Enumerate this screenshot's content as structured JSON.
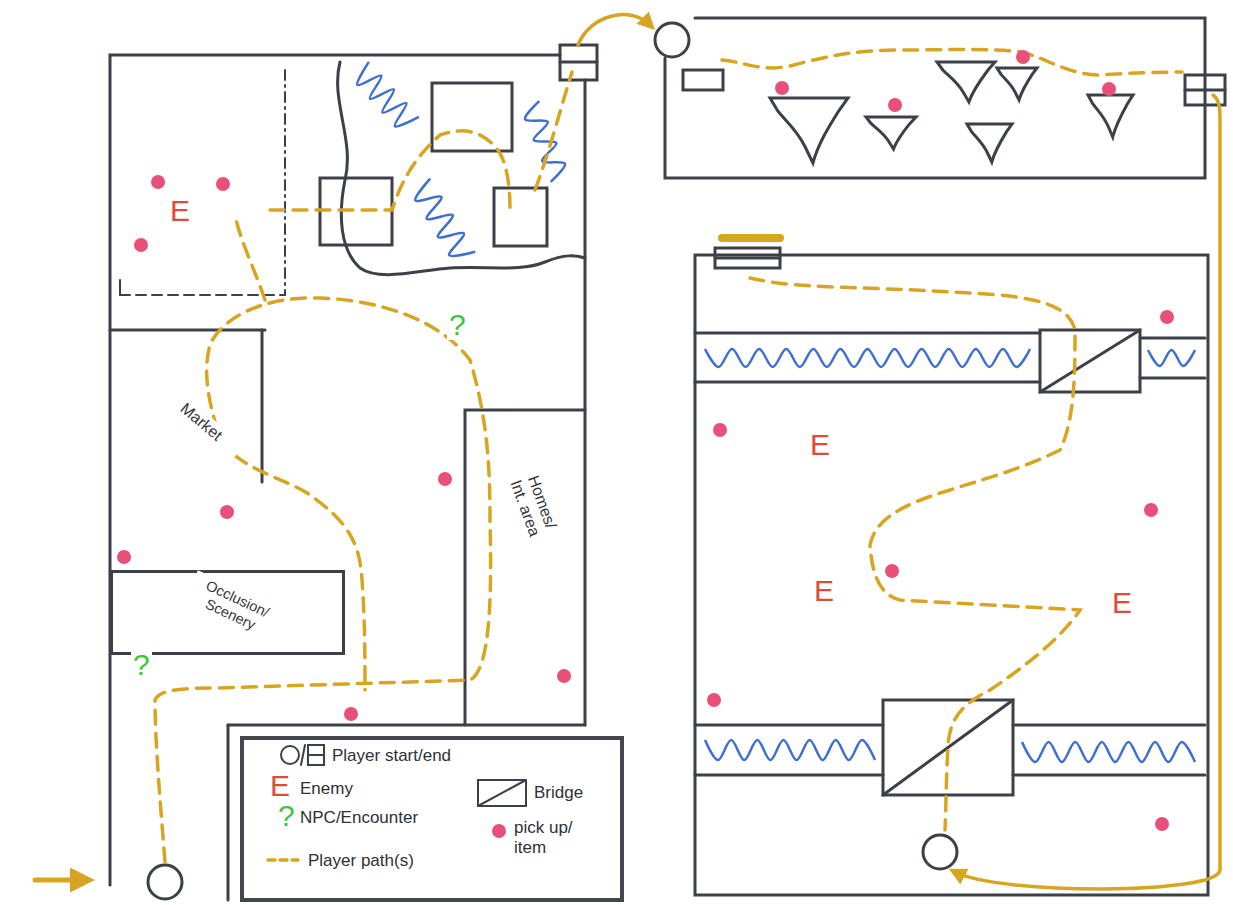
{
  "diagram": {
    "nodes": [
      {
        "text": [
          "Market"
        ]
      },
      {
        "text": [
          "Occlusion/ Scenery"
        ]
      },
      {
        "text": [
          "Homes/ Int. area"
        ]
      }
    ],
    "labels": [
      "E",
      "?",
      "?",
      "E",
      "E",
      "E",
      "E",
      "?"
    ],
    "legend": [
      {
        "text": "Player start/end"
      },
      {
        "text": "Enemy"
      },
      {
        "text": "Bridge"
      },
      {
        "text": "NPC/Encounter"
      },
      {
        "text": "pick up/ item",
        "color": "#e8507a"
      },
      {
        "text": "Player path(s)"
      }
    ]
  }
}
